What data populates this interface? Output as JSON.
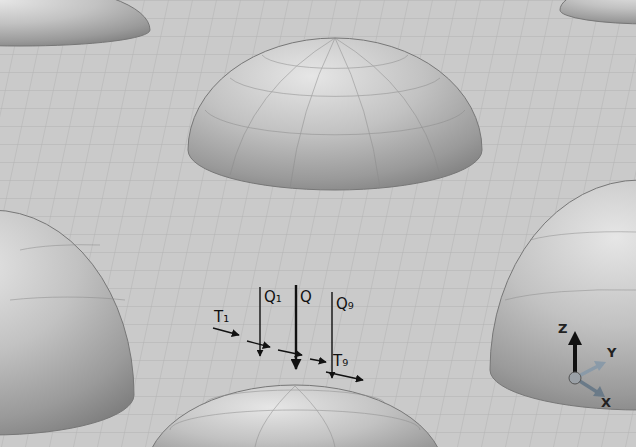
{
  "diagram": {
    "labels": [
      "Q₁",
      "Q",
      "Q₉",
      "T₁",
      "T₉",
      "Z",
      "Y",
      "X"
    ]
  }
}
